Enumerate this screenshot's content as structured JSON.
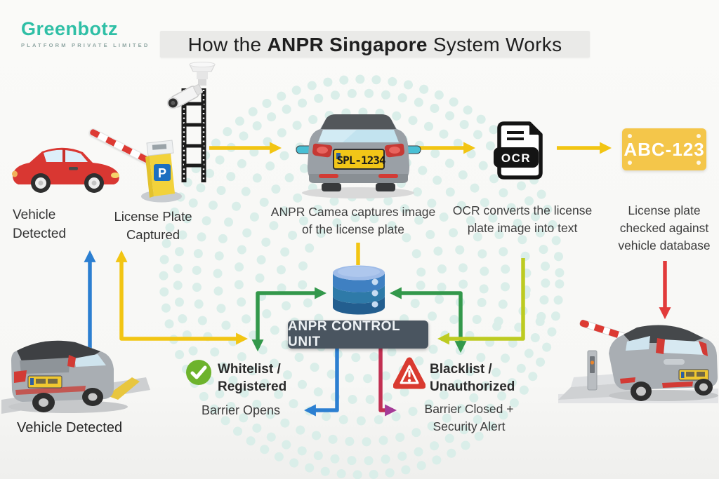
{
  "logo": {
    "name": "Greenbotz",
    "tagline": "PLATFORM PRIVATE LIMITED"
  },
  "title": {
    "part1": "How the ",
    "part2": "ANPR Singapore",
    "part3": " System Works"
  },
  "stations": {
    "vehicle_detected": "Vehicle Detected",
    "license_captured": "License Plate Captured",
    "camera_caption": "ANPR Camea captures image of the license plate",
    "ocr_caption": "OCR converts the license plate image into text",
    "db_caption": "License plate checked against vehicle database",
    "bottom_vehicle_detected": "Vehicle Detected"
  },
  "labels": {
    "car_plate": "SPL-1234",
    "ocr_icon": "OCR",
    "result_plate": "ABC-123",
    "control_unit": "ANPR CONTROL UNIT",
    "parking_sign": "P",
    "whitelist": "Whitelist / Registered",
    "whitelist_action": "Barrier Opens",
    "blacklist": "Blacklist / Unauthorized",
    "blacklist_action": "Barrier Closed + Security Alert"
  },
  "colors": {
    "accent_teal": "#2FBFA6",
    "arrow_yellow": "#F2C513",
    "arrow_green": "#33984B",
    "arrow_chartreuse": "#BDCB21",
    "arrow_blue": "#2C7FD1",
    "arrow_red": "#E23B3B",
    "arrow_crimson": "#C23052",
    "arrowhead_magenta": "#A43B97",
    "whitelist_green": "#6DB32C",
    "blacklist_red": "#D93A30",
    "plate_yellow": "#F4C64A",
    "control_unit_bg": "#4A5560"
  }
}
